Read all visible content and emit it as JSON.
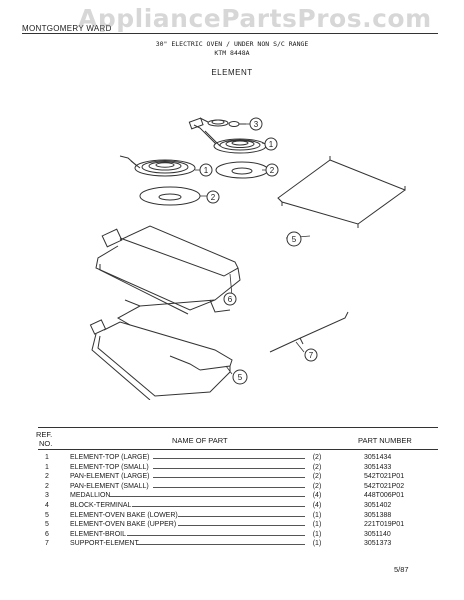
{
  "header": {
    "brand": "MONTGOMERY WARD",
    "watermark": "AppliancePartsPros.com",
    "subtitle": "30\" ELECTRIC OVEN / UNDER NON S/C RANGE",
    "model": "KTM 8448A",
    "section": "ELEMENT"
  },
  "diagram": {
    "callouts": [
      "1",
      "2",
      "3",
      "1",
      "2",
      "5",
      "6",
      "7",
      "5"
    ]
  },
  "table": {
    "headers": {
      "ref_line1": "REF.",
      "ref_line2": "NO.",
      "name": "NAME OF PART",
      "part": "PART NUMBER"
    },
    "rows": [
      {
        "ref": "1",
        "name": "ELEMENT-TOP (LARGE)",
        "qty": "(2)",
        "part": "3051434"
      },
      {
        "ref": "1",
        "name": "ELEMENT-TOP (SMALL)",
        "qty": "(2)",
        "part": "3051433"
      },
      {
        "ref": "2",
        "name": "PAN-ELEMENT (LARGE)",
        "qty": "(2)",
        "part": "542T021P01"
      },
      {
        "ref": "2",
        "name": "PAN-ELEMENT (SMALL)",
        "qty": "(2)",
        "part": "542T021P02"
      },
      {
        "ref": "3",
        "name": "MEDALLION",
        "qty": "(4)",
        "part": "448T006P01"
      },
      {
        "ref": "4",
        "name": "BLOCK-TERMINAL",
        "qty": "(4)",
        "part": "3051402"
      },
      {
        "ref": "5",
        "name": "ELEMENT-OVEN BAKE (LOWER)",
        "qty": "(1)",
        "part": "3051388"
      },
      {
        "ref": "5",
        "name": "ELEMENT-OVEN BAKE (UPPER)",
        "qty": "(1)",
        "part": "221T019P01"
      },
      {
        "ref": "6",
        "name": "ELEMENT-BROIL",
        "qty": "(1)",
        "part": "3051140"
      },
      {
        "ref": "7",
        "name": "SUPPORT-ELEMENT",
        "qty": "(1)",
        "part": "3051373"
      }
    ]
  },
  "footer": {
    "page": "5/87"
  }
}
